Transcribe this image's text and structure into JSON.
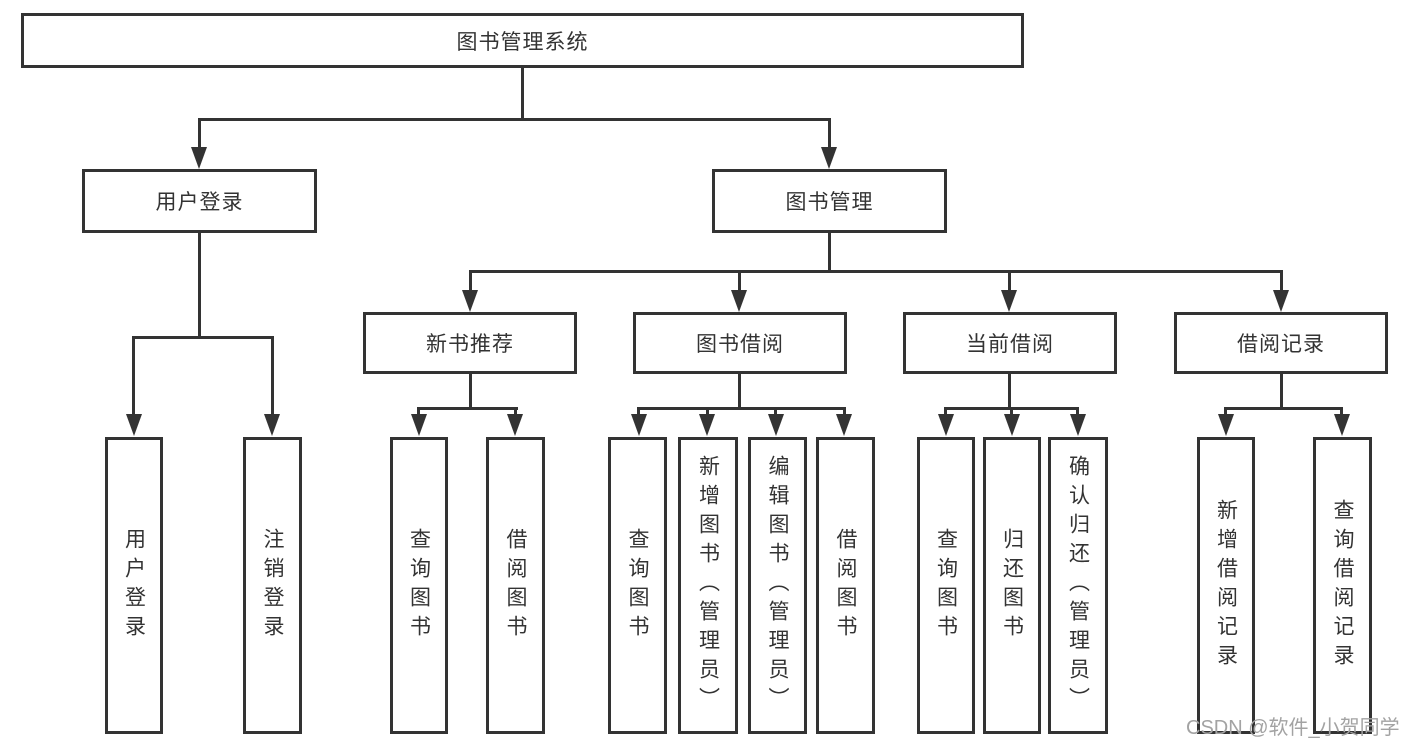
{
  "tree": {
    "label": "图书管理系统",
    "children": [
      {
        "label": "用户登录",
        "children": [
          {
            "label": "用户登录"
          },
          {
            "label": "注销登录"
          }
        ]
      },
      {
        "label": "图书管理",
        "children": [
          {
            "label": "新书推荐",
            "children": [
              {
                "label": "查询图书"
              },
              {
                "label": "借阅图书"
              }
            ]
          },
          {
            "label": "图书借阅",
            "children": [
              {
                "label": "查询图书"
              },
              {
                "label": "新增图书（管理员）"
              },
              {
                "label": "编辑图书（管理员）"
              },
              {
                "label": "借阅图书"
              }
            ]
          },
          {
            "label": "当前借阅",
            "children": [
              {
                "label": "查询图书"
              },
              {
                "label": "归还图书"
              },
              {
                "label": "确认归还（管理员）"
              }
            ]
          },
          {
            "label": "借阅记录",
            "children": [
              {
                "label": "新增借阅记录"
              },
              {
                "label": "查询借阅记录"
              }
            ]
          }
        ]
      }
    ]
  },
  "watermark": {
    "text": "CSDN @软件_小贺同学"
  },
  "colors": {
    "line": "#333333",
    "text": "#333333",
    "box_background": "#ffffff",
    "watermark": "#a3a3a3"
  }
}
